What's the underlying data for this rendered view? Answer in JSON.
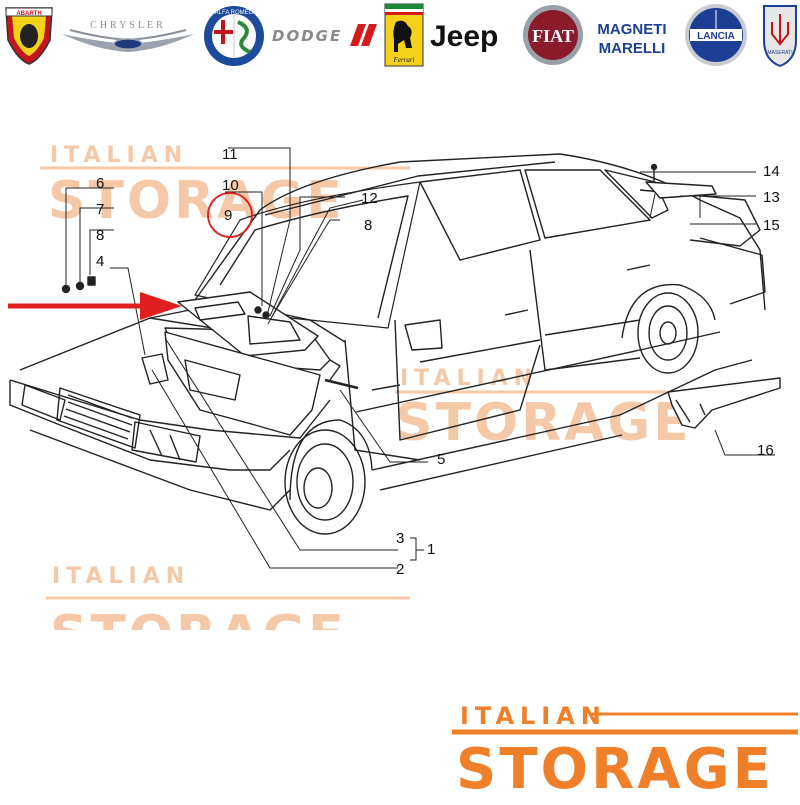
{
  "brands": [
    {
      "name": "Abarth",
      "text": "ABARTH"
    },
    {
      "name": "Chrysler",
      "text": "CHRYSLER"
    },
    {
      "name": "Alfa Romeo",
      "text": "ALFA ROMEO"
    },
    {
      "name": "Dodge",
      "text": "DODGE"
    },
    {
      "name": "Ferrari",
      "text": "Ferrari"
    },
    {
      "name": "Jeep",
      "text": "Jeep"
    },
    {
      "name": "Fiat",
      "text": "FIAT"
    },
    {
      "name": "Magneti Marelli",
      "text_top": "MAGNETI",
      "text_bottom": "MARELLI"
    },
    {
      "name": "Lancia",
      "text": "LANCIA"
    },
    {
      "name": "Maserati",
      "text": "MASERATI"
    }
  ],
  "watermark": {
    "top": "ITALIAN",
    "bottom": "STORAGE",
    "color": "#f5c9a8"
  },
  "footer_logo": {
    "top": "ITALIAN",
    "bottom": "STORAGE",
    "color": "#f07f2a"
  },
  "callouts": {
    "n1": "1",
    "n2": "2",
    "n3": "3",
    "n4": "4",
    "n5": "5",
    "n6": "6",
    "n7": "7",
    "n8a": "8",
    "n8b": "8",
    "n9": "9",
    "n10": "10",
    "n11": "11",
    "n12": "12",
    "n13": "13",
    "n14": "14",
    "n15": "15",
    "n16": "16"
  },
  "highlight": {
    "circled_part": "9",
    "circle_color": "#e02020",
    "arrow_color": "#e02020"
  }
}
